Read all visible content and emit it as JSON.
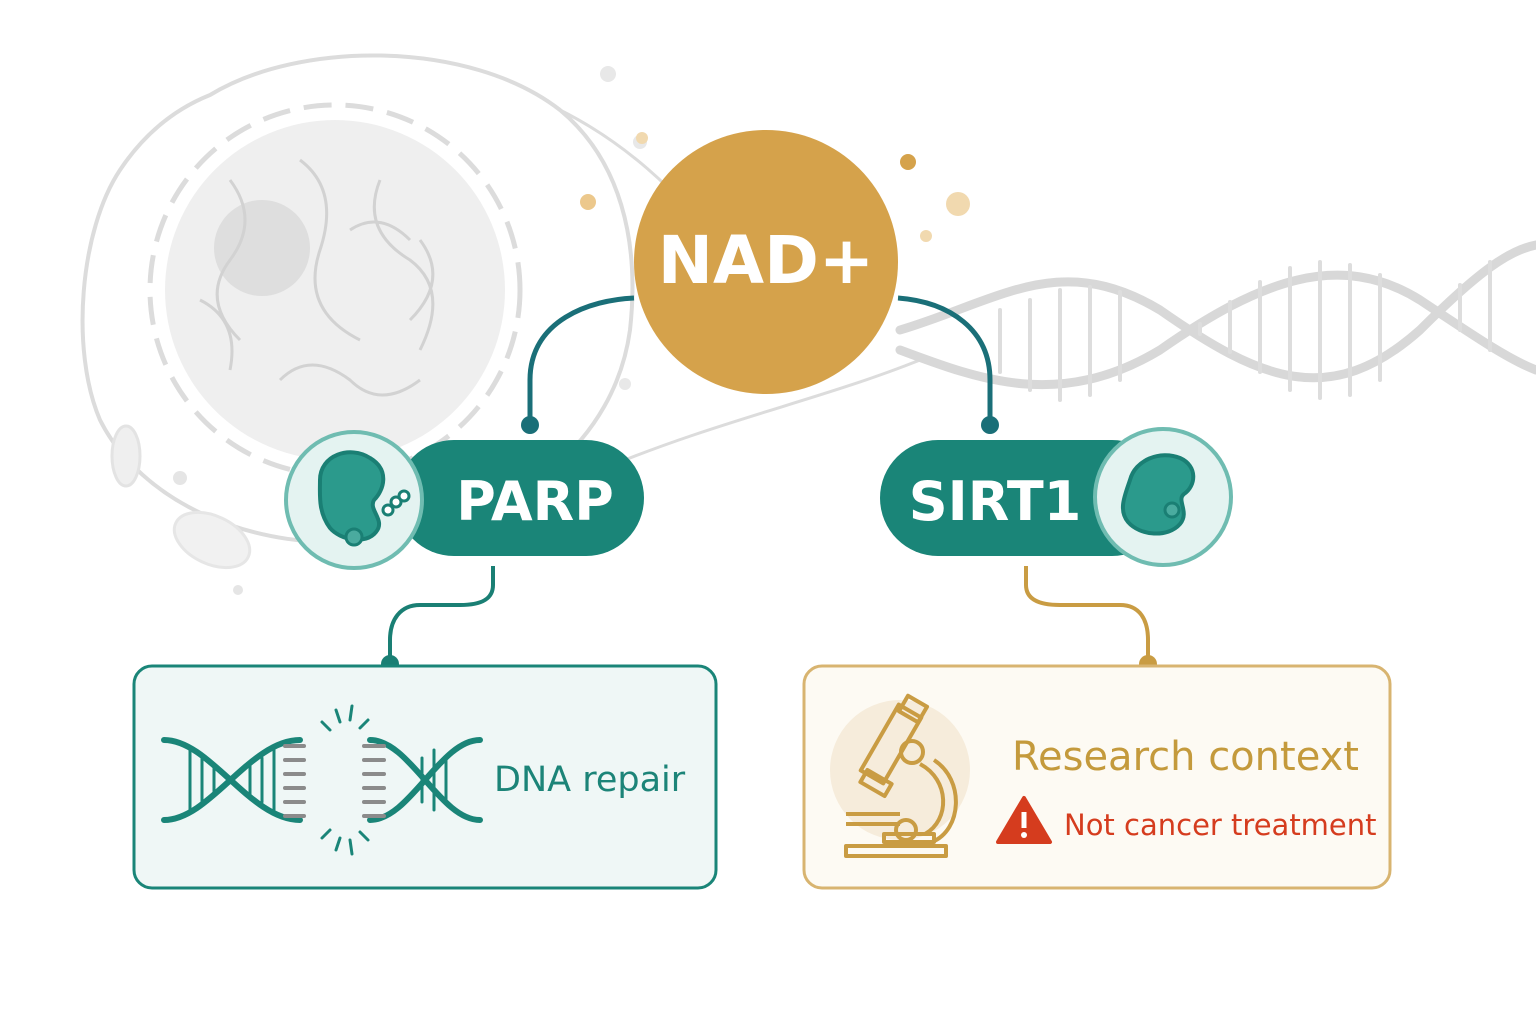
{
  "nodes": {
    "nad": "NAD+",
    "parp": "PARP",
    "sirt1": "SIRT1"
  },
  "outcomes": {
    "parp_outcome": "DNA repair",
    "sirt1_outcome": "Research context",
    "sirt1_warning": "Not cancer treatment"
  },
  "icons": {
    "parp": "enzyme-icon",
    "sirt1": "enzyme-icon",
    "repair": "broken-dna-icon",
    "research": "microscope-icon",
    "warning": "warning-icon",
    "background": [
      "cell-icon",
      "dna-helix-icon"
    ]
  },
  "colors": {
    "nad": "#d5a24b",
    "teal": "#1a8578",
    "teal_light": "#4aab9f",
    "gold": "#c99c43",
    "warning": "#d53c1e",
    "background_gray": "#d8d8d8"
  }
}
